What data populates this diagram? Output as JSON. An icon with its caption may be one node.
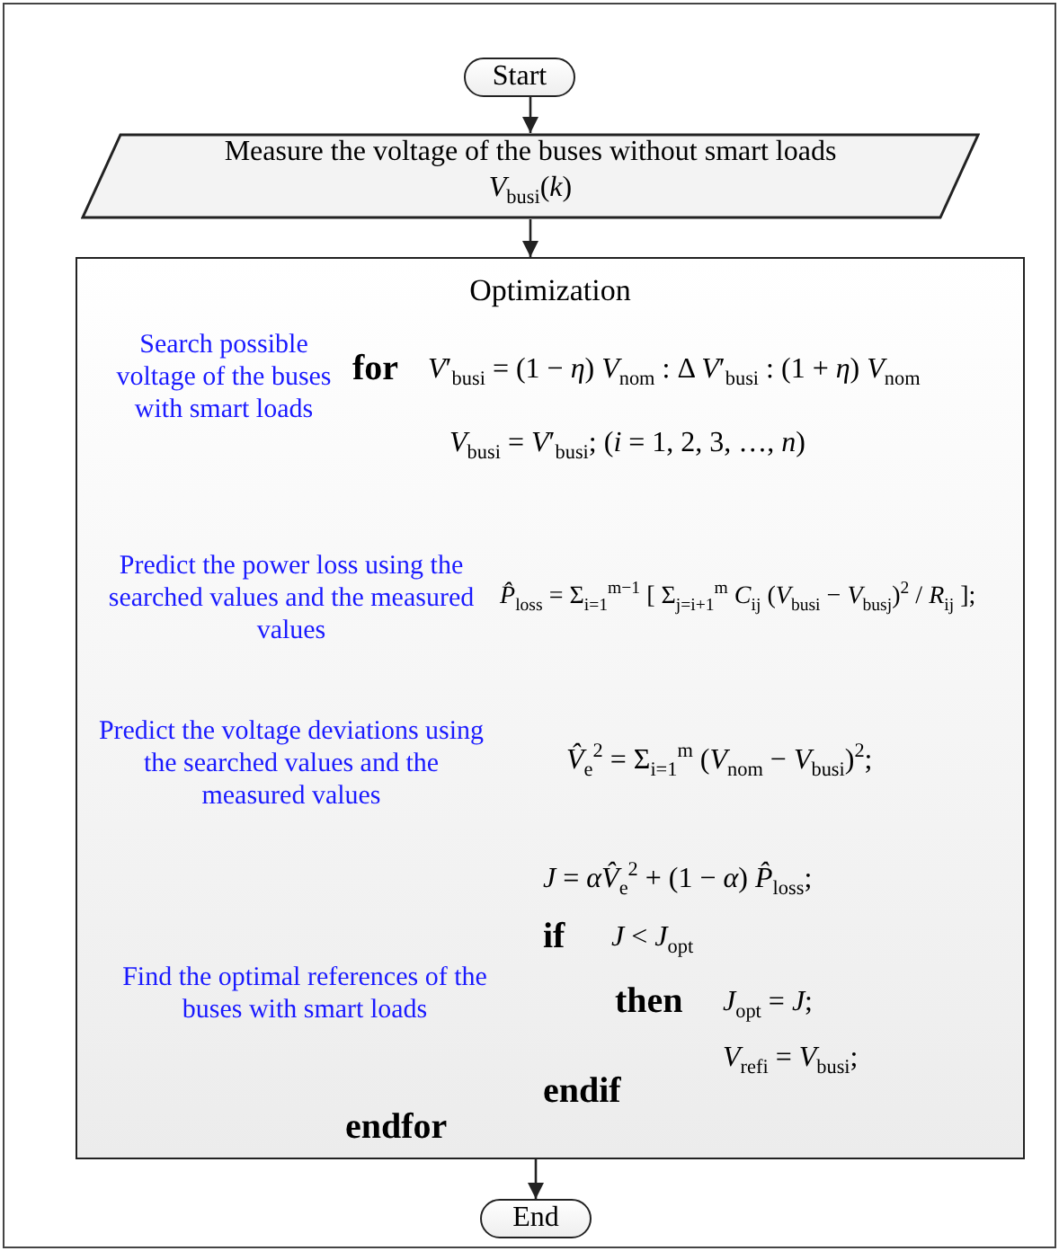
{
  "diagram": {
    "nodes": [
      {
        "text": [
          "Start"
        ]
      },
      {
        "text": [
          "Measure the voltage of the buses without smart loads",
          "*V*$_{busi}$(*k*)"
        ]
      },
      {
        "text": [
          "Optimization"
        ]
      },
      {
        "text": [
          "End"
        ]
      }
    ],
    "edges": [
      {
        "from": 0,
        "to": 1,
        "arrow": "to"
      },
      {
        "from": 1,
        "to": 2,
        "arrow": "to"
      },
      {
        "from": 2,
        "to": 3,
        "arrow": "to"
      }
    ],
    "labels": [
      "Search possible voltage of the buses with smart loads",
      "for",
      "*V*′$_{busi}$ = (1 − *η*) *V*$_{nom}$ : Δ *V*′$_{busi}$ : (1 + *η*) *V*$_{nom}$",
      "*V*$_{busi}$ = *V*′$_{busi}$; (*i* = 1, 2, 3, …, *n*)",
      "Predict the power loss using the searched values and the measured values",
      "*P̂*$_{loss}$ = Σ$_{i=1}$$^{m−1}$ [ Σ$_{j=i+1}$$^{m}$ *C*$_{ij}$ (*V*$_{busi}$ − *V*$_{busj}$)$^{2}$ / *R*$_{ij}$ ];",
      "Predict the voltage deviations using the searched values and the measured values",
      "*V̂*$_{e}$$^{2}$ = Σ$_{i=1}$$^{m}$ (*V*$_{nom}$ − *V*$_{busi}$)$^{2}$;",
      "Find the optimal references of the buses with smart loads",
      "*J* = *αV̂*$_{e}$$^{2}$ + (1 − *α*) *P̂*$_{loss}$;",
      "if",
      "*J* < *J*$_{opt}$",
      "then",
      "*J*$_{opt}$ = *J*;",
      "*V*$_{refi}$ = *V*$_{busi}$;",
      "endif",
      "endfor"
    ]
  }
}
